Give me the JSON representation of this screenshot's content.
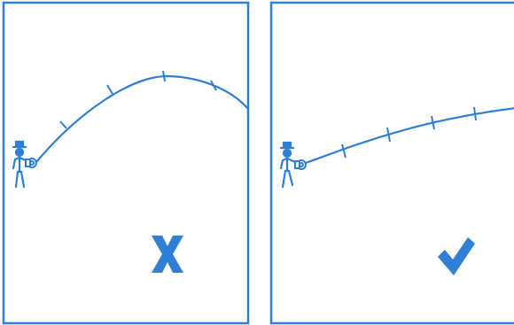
{
  "colors": {
    "ink": "#2f7fd6",
    "paper": "#ffffff"
  },
  "panels": [
    {
      "verdict": "incorrect",
      "line_shape": "high-arc",
      "distance_marks": 4,
      "mark": {
        "icon": "x-mark-icon",
        "text": "X"
      }
    },
    {
      "verdict": "correct",
      "line_shape": "low-flat",
      "distance_marks": 4,
      "mark": {
        "icon": "check-mark-icon",
        "text": ""
      }
    }
  ]
}
